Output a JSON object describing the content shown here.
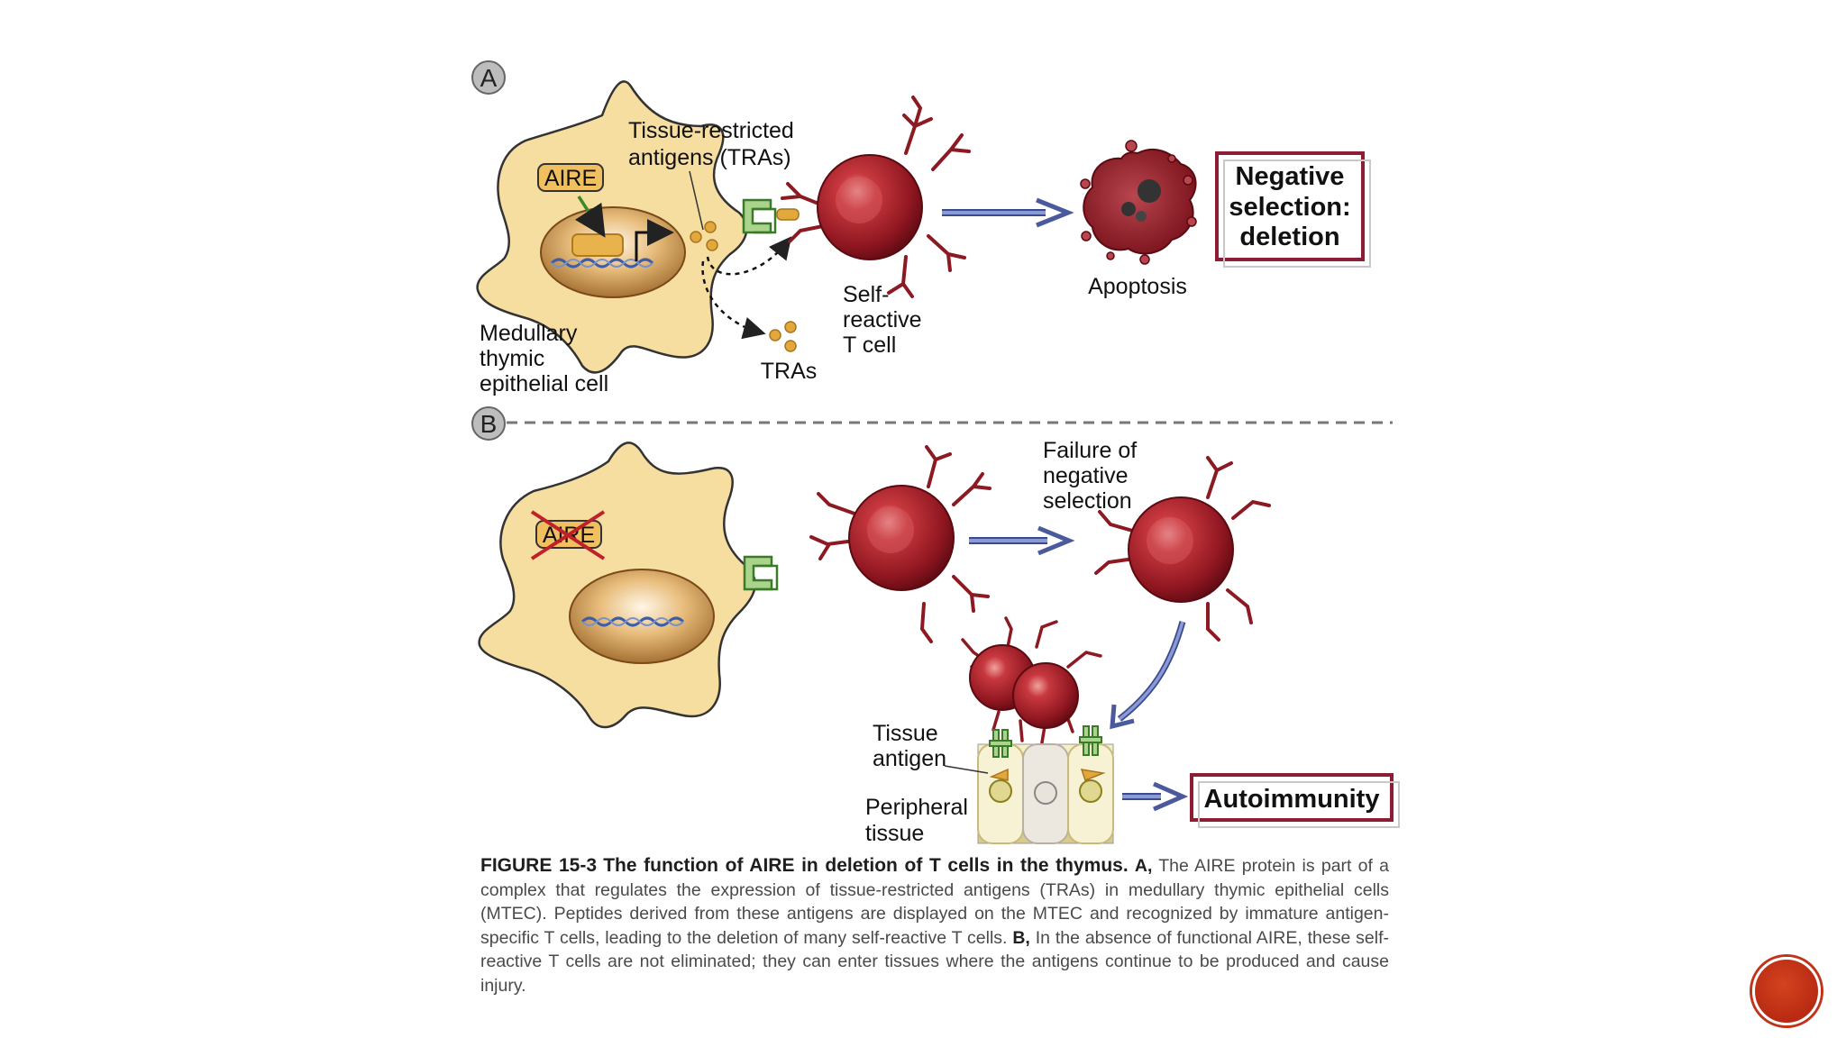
{
  "panels": {
    "a": "A",
    "b": "B"
  },
  "panel_a": {
    "aire": "AIRE",
    "tras_title_1": "Tissue-restricted",
    "tras_title_2": "antigens (TRAs)",
    "mtec_1": "Medullary",
    "mtec_2": "thymic",
    "mtec_3": "epithelial cell",
    "tras": "TRAs",
    "self_1": "Self-",
    "self_2": "reactive",
    "self_3": "T cell",
    "apoptosis": "Apoptosis",
    "neg_1": "Negative",
    "neg_2": "selection:",
    "neg_3": "deletion"
  },
  "panel_b": {
    "aire": "AIRE",
    "failure_1": "Failure of",
    "failure_2": "negative",
    "failure_3": "selection",
    "tissue_antigen_1": "Tissue",
    "tissue_antigen_2": "antigen",
    "peripheral_1": "Peripheral",
    "peripheral_2": "tissue",
    "autoimmunity": "Autoimmunity"
  },
  "caption": {
    "figure_number": "FIGURE 15-3",
    "title": "The function of AIRE in deletion of T cells in the thymus.",
    "mark_a": "A,",
    "text_a": "The AIRE protein is part of a complex that regulates the expression of tissue-restricted antigens (TRAs) in medullary thymic epithelial cells (MTEC). Peptides derived from these antigens are displayed on the MTEC and recognized by immature antigen-specific T cells, leading to the deletion of many self-reactive T cells.",
    "mark_b": "B,",
    "text_b": "In the absence of functional AIRE, these self-reactive T cells are not eliminated; they can enter tissues where the antigens continue to be produced and cause injury."
  },
  "colors": {
    "cell_fill": "#f6dda0",
    "nucleus": "#b8803c",
    "t_cell": "#9c1b22",
    "arrow": "#6d7fbf",
    "box_border": "#8c1d34",
    "receptor_green": "#5a9a3c",
    "tra_dot": "#e2a83c",
    "button": "#c0341a"
  },
  "icons": {
    "corner_button": "circle-button"
  }
}
